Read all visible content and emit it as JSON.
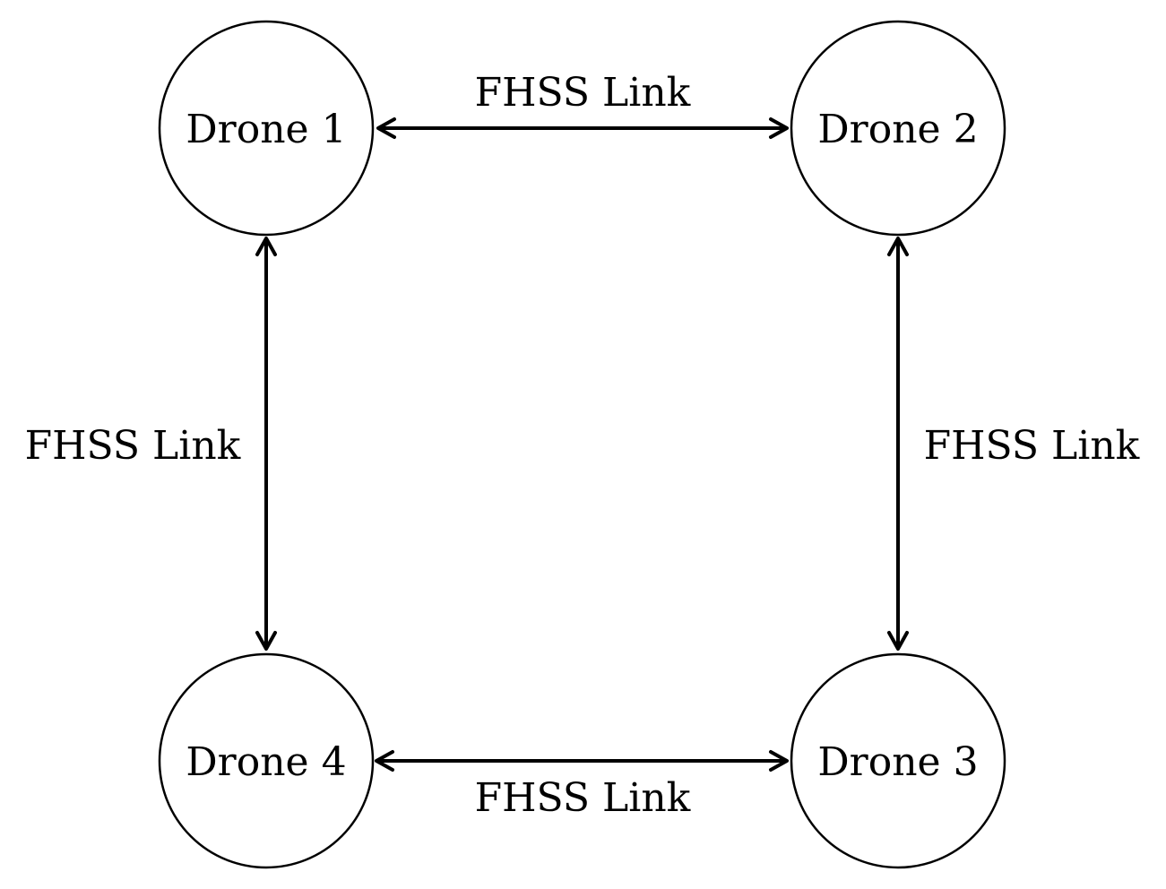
{
  "diagram": {
    "nodes": [
      {
        "id": "drone-1",
        "label": "Drone 1"
      },
      {
        "id": "drone-2",
        "label": "Drone 2"
      },
      {
        "id": "drone-3",
        "label": "Drone 3"
      },
      {
        "id": "drone-4",
        "label": "Drone 4"
      }
    ],
    "links": [
      {
        "from": "drone-1",
        "to": "drone-2",
        "label": "FHSS Link",
        "direction": "bidirectional"
      },
      {
        "from": "drone-2",
        "to": "drone-3",
        "label": "FHSS Link",
        "direction": "bidirectional"
      },
      {
        "from": "drone-3",
        "to": "drone-4",
        "label": "FHSS Link",
        "direction": "bidirectional"
      },
      {
        "from": "drone-4",
        "to": "drone-1",
        "label": "FHSS Link",
        "direction": "bidirectional"
      }
    ]
  }
}
